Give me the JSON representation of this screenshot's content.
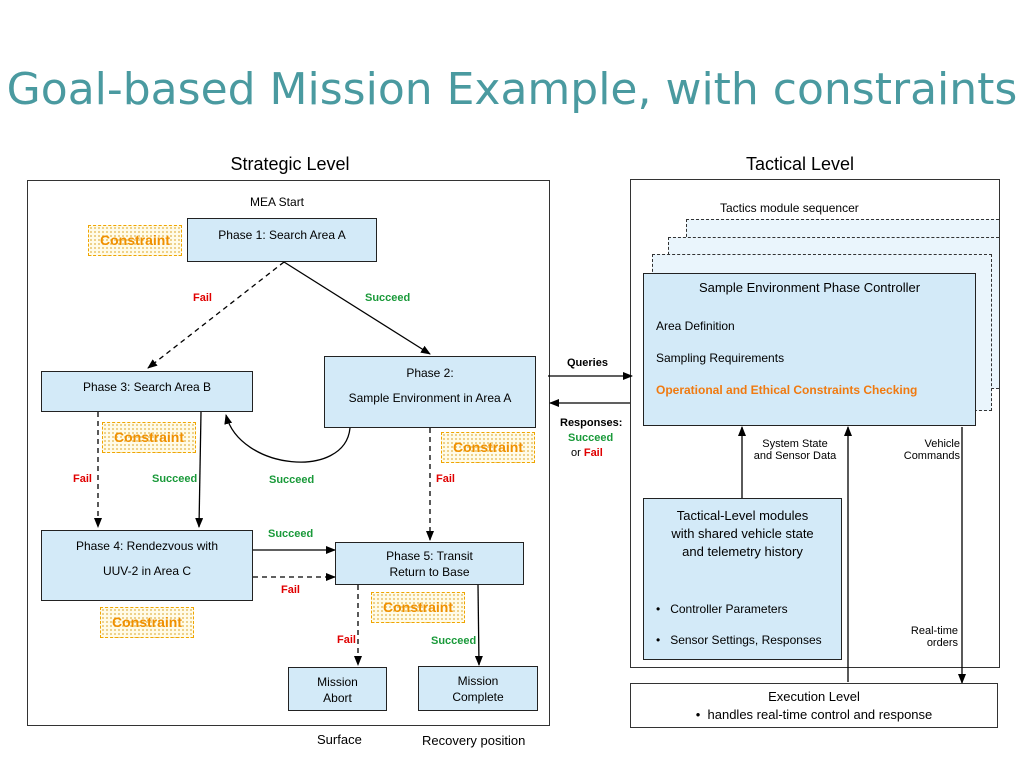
{
  "title": "Goal-based Mission Example, with constraints",
  "strategic_label": "Strategic Level",
  "tactical_label": "Tactical Level",
  "mea_start": "MEA Start",
  "phase1": "Phase 1:  Search Area A",
  "phase2_line1": "Phase 2:",
  "phase2_line2": "Sample Environment in Area A",
  "phase3": "Phase 3:  Search Area B",
  "phase4_line1": "Phase 4:  Rendezvous with",
  "phase4_line2": "UUV-2 in Area C",
  "phase5_line1": "Phase 5:  Transit",
  "phase5_line2": "Return to Base",
  "mission_abort_line1": "Mission",
  "mission_abort_line2": "Abort",
  "mission_complete_line1": "Mission",
  "mission_complete_line2": "Complete",
  "constraint": "Constraint",
  "fail": "Fail",
  "succeed": "Succeed",
  "surface": "Surface",
  "recovery": "Recovery position",
  "queries": "Queries",
  "responses": "Responses:",
  "or": "or",
  "tactics_sequencer": "Tactics module sequencer",
  "controller": {
    "title": "Sample Environment   Phase Controller",
    "line1": "Area Definition",
    "line2": "Sampling Requirements",
    "line3": "Operational and Ethical Constraints Checking"
  },
  "system_state_line1": "System State",
  "system_state_line2": "and Sensor Data",
  "vehicle_cmd_line1": "Vehicle",
  "vehicle_cmd_line2": "Commands",
  "realtime_line1": "Real-time",
  "realtime_line2": "orders",
  "tactical_modules": {
    "line1": "Tactical-Level modules",
    "line2": "with shared vehicle state",
    "line3": "and telemetry history",
    "bullet1": "Controller  Parameters",
    "bullet2": "Sensor Settings, Responses"
  },
  "execution": {
    "title": "Execution Level",
    "bullet": "handles real-time control and response"
  },
  "colors": {
    "title": "#4a9aa0",
    "box_fill": "#d3eaf8",
    "fail": "#e00000",
    "succeed": "#1a9a3a",
    "constraint": "#f09000"
  }
}
